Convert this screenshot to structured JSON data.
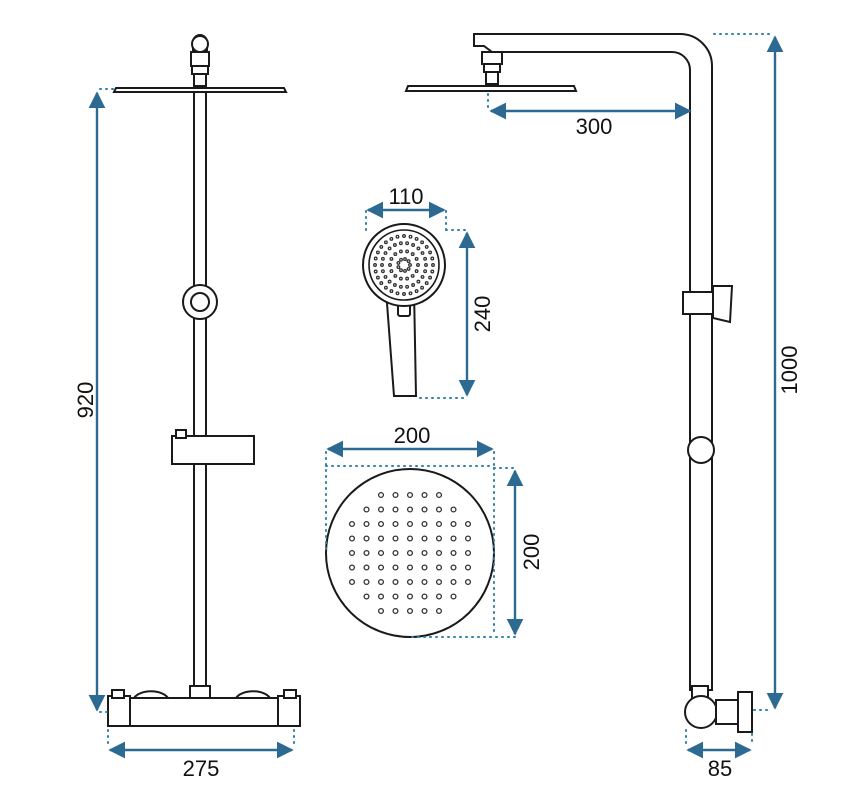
{
  "colors": {
    "dimension_line": "#2d6a92",
    "dotted_guide": "#2f7fa8",
    "outline": "#1a1a1a",
    "background": "#ffffff"
  },
  "dimensions": {
    "total_height": "920",
    "base_width": "275",
    "head_arm_length": "300",
    "hand_shower_width": "110",
    "hand_shower_height": "240",
    "rain_head_width": "200",
    "rain_head_height": "200",
    "system_height": "1000",
    "wall_depth": "85"
  }
}
